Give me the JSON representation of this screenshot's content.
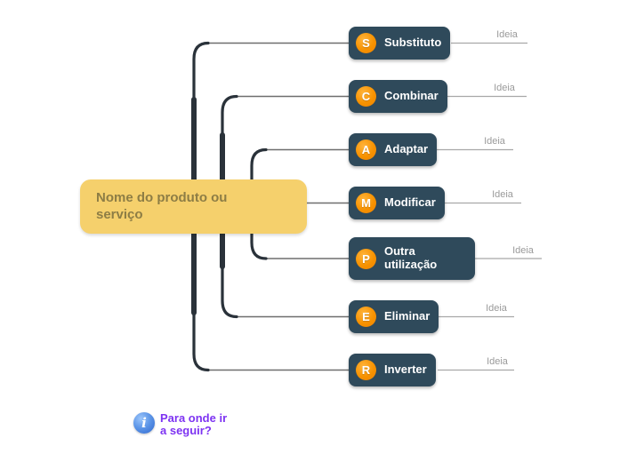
{
  "root": {
    "label": "Nome do produto ou serviço"
  },
  "topics": [
    {
      "letter": "S",
      "label": "Substituto",
      "idea": "Ideia"
    },
    {
      "letter": "C",
      "label": "Combinar",
      "idea": "Ideia"
    },
    {
      "letter": "A",
      "label": "Adaptar",
      "idea": "Ideia"
    },
    {
      "letter": "M",
      "label": "Modificar",
      "idea": "Ideia"
    },
    {
      "letter": "P",
      "label": "Outra utilização",
      "idea": "Ideia"
    },
    {
      "letter": "E",
      "label": "Eliminar",
      "idea": "Ideia"
    },
    {
      "letter": "R",
      "label": "Inverter",
      "idea": "Ideia"
    }
  ],
  "note": {
    "text": "Para onde ir a seguir?"
  },
  "colors": {
    "root_bg": "#f5d06c",
    "root_text": "#8d7d45",
    "topic_bg": "#2f4a5b",
    "topic_text": "#ffffff",
    "badge_orange": "#f79200",
    "branch_dark": "#2a323a",
    "connector_gray": "#6e6e6e",
    "idea_line_gray": "#a8a8a8",
    "idea_text_gray": "#9a9a9a",
    "note_purple": "#7d33f2",
    "info_icon_blue": "#3f79dd"
  }
}
